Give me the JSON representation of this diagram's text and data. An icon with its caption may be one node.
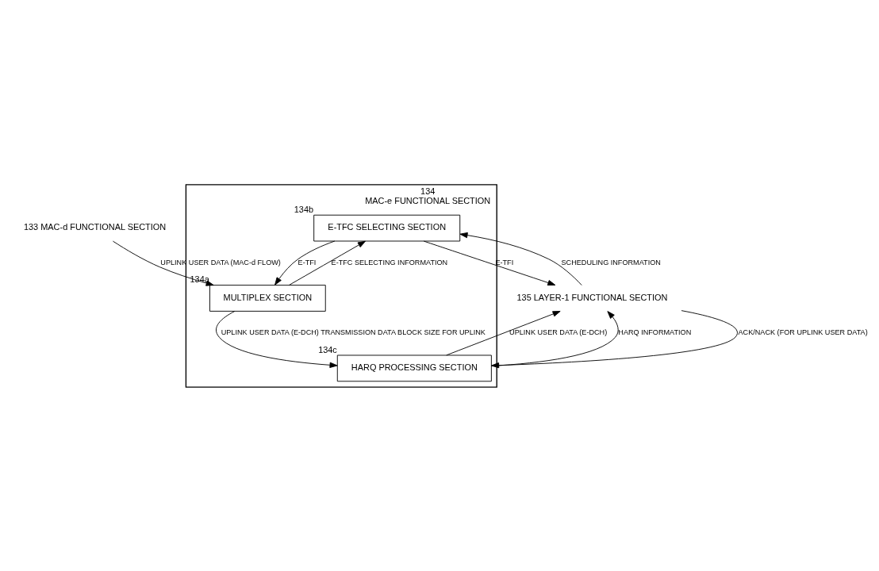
{
  "diagram": {
    "nodes": [
      {
        "text": [
          "133 MAC-d FUNCTIONAL SECTION"
        ]
      },
      {
        "text": [
          "MAC-e FUNCTIONAL SECTION"
        ],
        "beside": [
          "134"
        ]
      },
      {
        "text": [
          "E-TFC SELECTING SECTION"
        ],
        "in": 1,
        "beside": [
          "134b"
        ]
      },
      {
        "text": [
          "MULTIPLEX SECTION"
        ],
        "in": 1,
        "beside": [
          "134a"
        ]
      },
      {
        "text": [
          "HARQ PROCESSING SECTION"
        ],
        "in": 1,
        "beside": [
          "134c"
        ]
      },
      {
        "text": [
          "135 LAYER-1 FUNCTIONAL SECTION"
        ]
      }
    ],
    "edges": [
      {
        "from": 0,
        "to": 3,
        "arrow": "to",
        "label": "UPLINK USER DATA (MAC-d FLOW)"
      },
      {
        "from": 3,
        "to": 2,
        "arrow": "to",
        "label": "E-TFC SELECTING INFORMATION"
      },
      {
        "from": 2,
        "to": 3,
        "arrow": "to",
        "label": "E-TFI"
      },
      {
        "from": 5,
        "to": 2,
        "arrow": "to",
        "label": "SCHEDULING INFORMATION"
      },
      {
        "from": 2,
        "to": 5,
        "arrow": "to",
        "label": "E-TFI"
      },
      {
        "from": 3,
        "to": 4,
        "arrow": "to",
        "label": "UPLINK USER DATA (E-DCH) TRANSMISSION DATA BLOCK SIZE FOR UPLINK"
      },
      {
        "from": 5,
        "to": 4,
        "arrow": "to",
        "label": "ACK/NACK (FOR UPLINK USER DATA)"
      },
      {
        "from": 4,
        "to": 5,
        "arrow": "to",
        "label": "UPLINK USER DATA (E-DCH)"
      },
      {
        "from": 4,
        "to": 5,
        "arrow": "to",
        "label": "HARQ INFORMATION"
      }
    ]
  }
}
